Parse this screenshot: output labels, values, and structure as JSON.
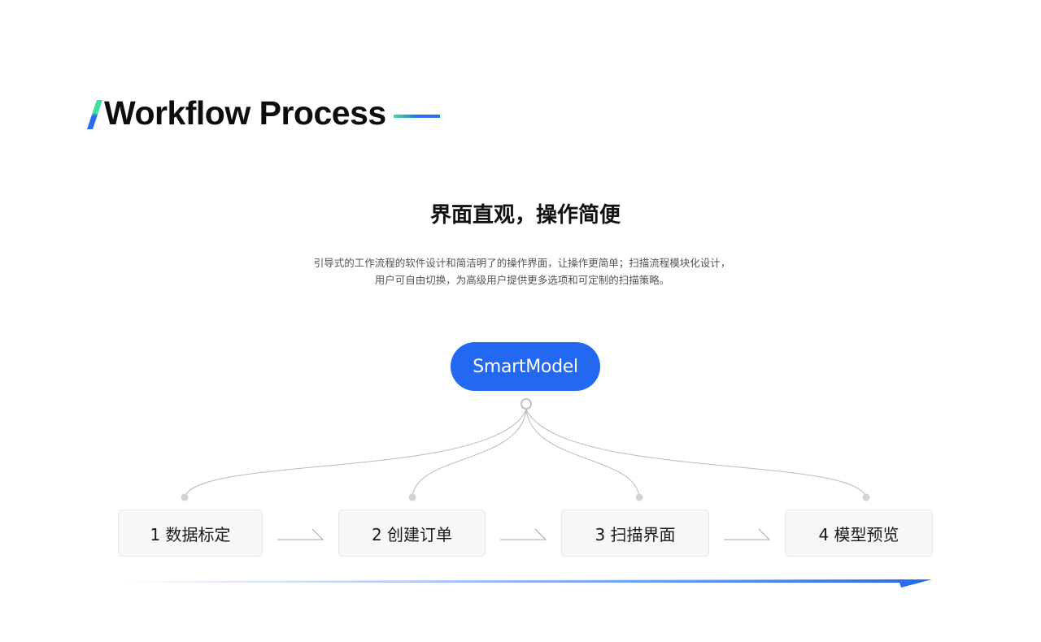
{
  "header": {
    "title": "Workflow Process"
  },
  "section": {
    "heading": "界面直观，操作简便",
    "description_lines": [
      "引导式的工作流程的软件设计和简洁明了的操作界面，让操作更简单；扫描流程模块化设计，",
      "用户可自由切换，为高级用户提供更多选项和可定制的扫描策略。"
    ]
  },
  "diagram": {
    "root": "SmartModel",
    "steps": [
      "1 数据标定",
      "2 创建订单",
      "3 扫描界面",
      "4 模型预览"
    ]
  },
  "colors": {
    "accent_blue": "#2268f0",
    "accent_green": "#3de0a0",
    "connector_gray": "#bbbbbb"
  }
}
